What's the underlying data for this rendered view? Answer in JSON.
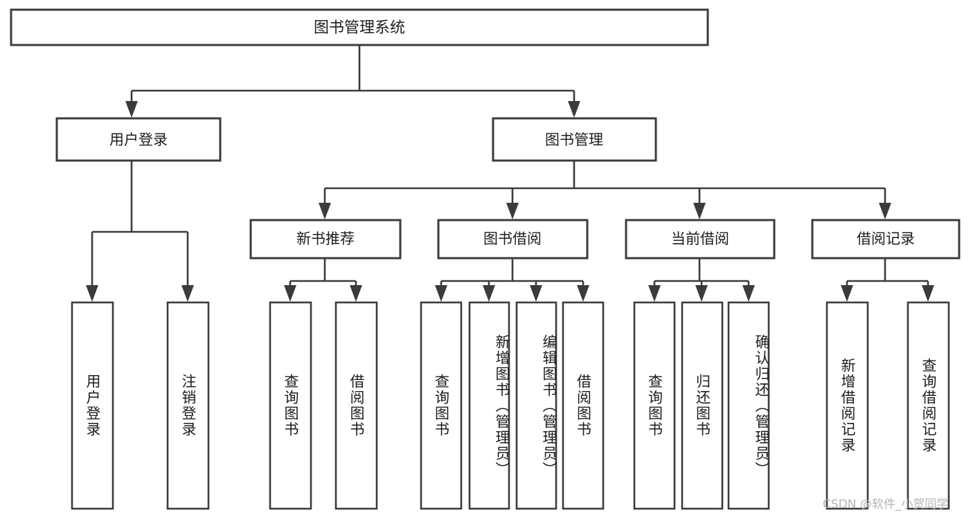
{
  "diagram": {
    "type": "tree",
    "title": "图书管理系统",
    "root": {
      "label": "图书管理系统",
      "children": [
        {
          "label": "用户登录",
          "children": [
            {
              "label": "用户登录"
            },
            {
              "label": "注销登录"
            }
          ]
        },
        {
          "label": "图书管理",
          "children": [
            {
              "label": "新书推荐",
              "children": [
                {
                  "label": "查询图书"
                },
                {
                  "label": "借阅图书"
                }
              ]
            },
            {
              "label": "图书借阅",
              "children": [
                {
                  "label": "查询图书"
                },
                {
                  "label": "新增图书（管理员）"
                },
                {
                  "label": "编辑图书（管理员）"
                },
                {
                  "label": "借阅图书"
                }
              ]
            },
            {
              "label": "当前借阅",
              "children": [
                {
                  "label": "查询图书"
                },
                {
                  "label": "归还图书"
                },
                {
                  "label": "确认归还（管理员）"
                }
              ]
            },
            {
              "label": "借阅记录",
              "children": [
                {
                  "label": "新增借阅记录"
                },
                {
                  "label": "查询借阅记录"
                }
              ]
            }
          ]
        }
      ]
    },
    "nodes": {
      "root": "图书管理系统",
      "l1_user_login": "用户登录",
      "l1_book_mgmt": "图书管理",
      "l2_new_book_rec": "新书推荐",
      "l2_book_borrow": "图书借阅",
      "l2_current_borrow": "当前借阅",
      "l2_borrow_record": "借阅记录",
      "leaf_user_login": "用户登录",
      "leaf_logout": "注销登录",
      "leaf_query_book_1": "查询图书",
      "leaf_borrow_book_1": "借阅图书",
      "leaf_query_book_2": "查询图书",
      "leaf_add_book_admin": "新增图书（管理员）",
      "leaf_edit_book_admin": "编辑图书（管理员）",
      "leaf_borrow_book_2": "借阅图书",
      "leaf_query_book_3": "查询图书",
      "leaf_return_book": "归还图书",
      "leaf_confirm_return_admin": "确认归还（管理员）",
      "leaf_add_borrow_record": "新增借阅记录",
      "leaf_query_borrow_record": "查询借阅记录"
    },
    "colors": {
      "stroke": "#3b3b3b",
      "fill": "#ffffff",
      "text": "#1d1d1d",
      "watermark": "#b4b4b4"
    }
  },
  "watermark": {
    "text": "CSDN @软件_小贺同学"
  }
}
